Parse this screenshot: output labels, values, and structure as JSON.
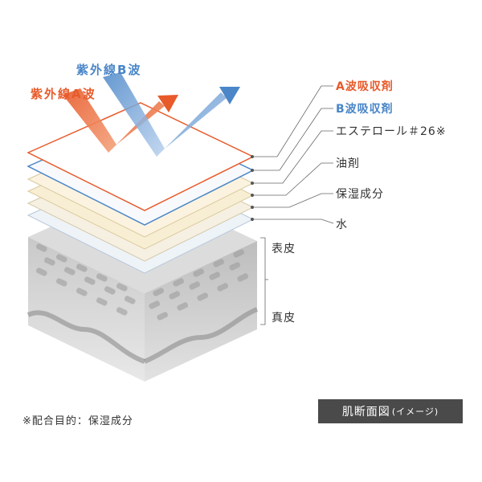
{
  "uv_labels": {
    "uvb": "紫外線B波",
    "uva": "紫外線A波"
  },
  "layer_labels": [
    "A波吸収剤",
    "B波吸収剤",
    "エステロール＃26※",
    "油剤",
    "保湿成分",
    "水"
  ],
  "skin_labels": {
    "epidermis": "表皮",
    "dermis": "真皮"
  },
  "footnote": "※配合目的：保湿成分",
  "badge": {
    "main": "肌断面図",
    "sub": "(イメージ)"
  },
  "colors": {
    "uva": "#e85a2a",
    "uvb": "#4a86c8"
  }
}
